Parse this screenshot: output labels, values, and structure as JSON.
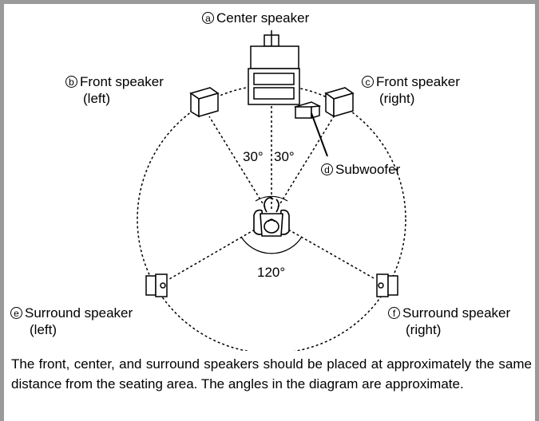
{
  "labels": {
    "a": {
      "marker": "a",
      "line1": "Center speaker"
    },
    "b": {
      "marker": "b",
      "line1": "Front speaker",
      "line2": "(left)"
    },
    "c": {
      "marker": "c",
      "line1": "Front speaker",
      "line2": "(right)"
    },
    "d": {
      "marker": "d",
      "line1": "Subwoofer"
    },
    "e": {
      "marker": "e",
      "line1": "Surround speaker",
      "line2": "(left)"
    },
    "f": {
      "marker": "f",
      "line1": "Surround speaker",
      "line2": "(right)"
    }
  },
  "angles": {
    "front_left": "30°",
    "front_right": "30°",
    "surround": "120°"
  },
  "caption": "The front, center, and surround speakers should be placed at approximately the same distance from the seating area. The angles in the diagram are approximate."
}
